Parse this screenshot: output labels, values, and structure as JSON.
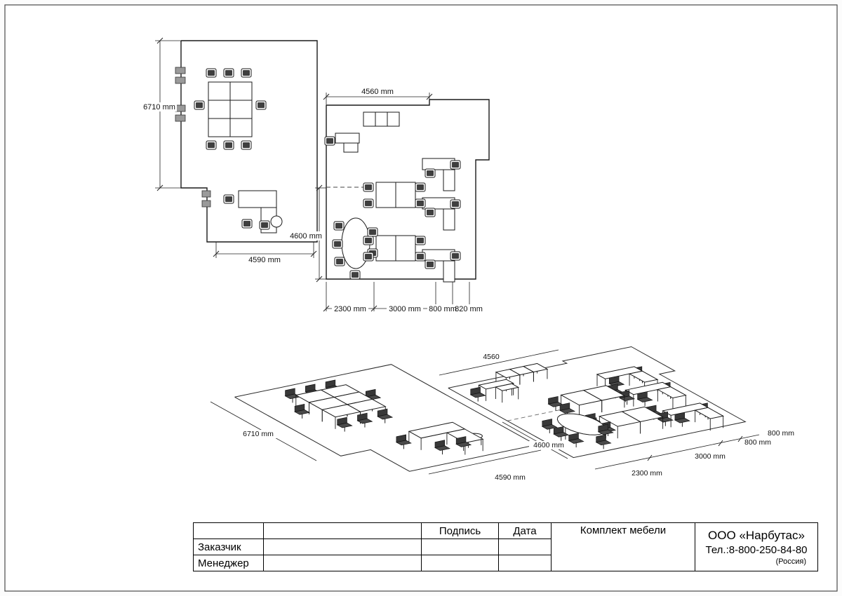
{
  "drawing": {
    "plan": {
      "dims": {
        "height_left": "6710 mm",
        "width_top_right": "4560 mm",
        "height_right_room": "4600 mm",
        "width_bottom_left": "4590 mm",
        "seg_2300": "2300 mm",
        "seg_3000": "3000 mm",
        "seg_800": "800 mm",
        "seg_820": "820 mm"
      }
    },
    "iso": {
      "dims": {
        "width_top": "4560",
        "height_left": "6710 mm",
        "height_right_room": "4600 mm",
        "width_bottom_left": "4590 mm",
        "seg_2300": "2300 mm",
        "seg_3000": "3000 mm",
        "seg_800a": "800 mm",
        "seg_800b": "800 mm"
      }
    }
  },
  "titleblock": {
    "header_signature": "Подпись",
    "header_date": "Дата",
    "header_set": "Комплект мебели",
    "label_customer": "Заказчик",
    "label_manager": "Менеджер",
    "company": {
      "name": "ООО «Нарбутас»",
      "phone": "Тел.:8-800-250-84-80",
      "country": "(Россия)"
    }
  }
}
